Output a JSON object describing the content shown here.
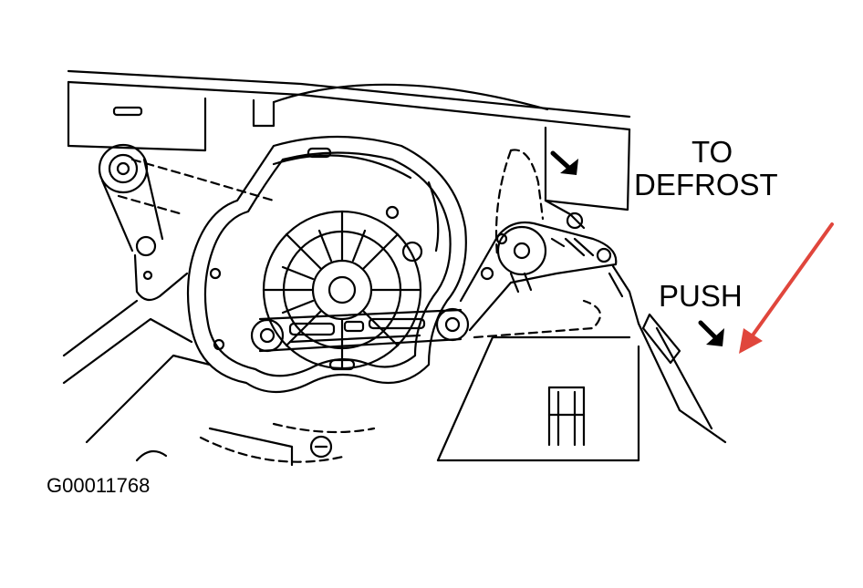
{
  "labels": {
    "to": "TO",
    "defrost": "DEFROST",
    "push": "PUSH",
    "figure_code": "G00011768"
  },
  "colors": {
    "line": "#000000",
    "background": "#ffffff",
    "annotation_arrow": "#e0463c"
  },
  "icons": {
    "defrost_direction": "down-right-arrow-icon",
    "push_direction": "down-right-arrow-icon",
    "annotation": "red-pointer-arrow-icon"
  }
}
